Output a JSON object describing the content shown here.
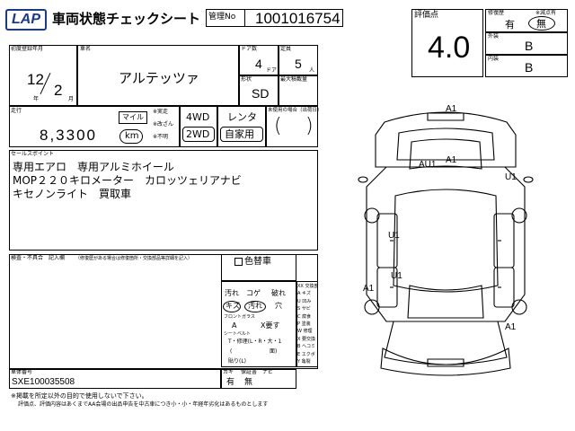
{
  "header": {
    "logo": "LAP",
    "title": "車両状態チェックシート",
    "mgmt_label": "管理No",
    "mgmt_no": "1001016754"
  },
  "grade": {
    "label": "評価点",
    "value": "4.0"
  },
  "side": {
    "repair_label": "修復歴",
    "repair_yes": "有",
    "repair_no": "無",
    "repair_note": "※減点有",
    "exterior_label": "外装",
    "exterior_value": "B",
    "interior_label": "内装",
    "interior_value": "B"
  },
  "reg": {
    "label": "初度登録年月",
    "year": "12",
    "month": "2",
    "year_unit": "年",
    "month_unit": "月"
  },
  "car": {
    "label": "車名",
    "name": "アルテッツァ"
  },
  "doors": {
    "label": "ドア数",
    "value": "4",
    "unit": "ドア"
  },
  "capacity": {
    "label": "定員",
    "value": "5",
    "unit": "人"
  },
  "shape": {
    "label": "形状",
    "value": "SD"
  },
  "max_load": {
    "label": "最大積載量"
  },
  "mileage": {
    "label": "走行",
    "value": "8,3300",
    "unit": "km",
    "opts": [
      "マイル",
      "※実走",
      "※改ざん",
      "※不明"
    ]
  },
  "drive": {
    "four": "4WD",
    "two": "2WD"
  },
  "use": {
    "rental": "レンタ",
    "private": "自家用"
  },
  "unused": {
    "label": "未使用の場合（出荷日）"
  },
  "points": {
    "label": "セールスポイント",
    "lines": [
      "専用エアロ　専用アルミホイール",
      "MOP２２０キロメーター　カロッツェリアナビ",
      "キセノンライト　買取車"
    ]
  },
  "inspect": {
    "label": "検査・不具合　記入欄",
    "note": "（修復歴がある場合は修復箇所・交換部品等詳細を記入）"
  },
  "color_change": {
    "label": "色替車"
  },
  "interior": {
    "row_labels": [
      "汚れ",
      "コゲ",
      "破れ"
    ],
    "labels": [
      "キズ",
      "汚れ",
      "穴"
    ],
    "front_glass_label": "フロントガラス",
    "front_glass_values": [
      "A",
      "X要す"
    ],
    "seat_label": "シートベルト",
    "seat_items": [
      "T・修理(L・R・大・1",
      "(",
      "面)",
      "貼り(L)"
    ]
  },
  "chassis": {
    "label": "車体番号",
    "value": "SXE100035508"
  },
  "keys": {
    "items": [
      "有",
      "無"
    ],
    "labels": [
      "カギ",
      "保証書",
      "ナビ"
    ]
  },
  "legend": {
    "items": [
      [
        "XX",
        "交換部品"
      ],
      [
        "A",
        "キズ"
      ],
      [
        "U",
        "凹み"
      ],
      [
        "S",
        "サビ"
      ],
      [
        "C",
        "腐食"
      ],
      [
        "P",
        "塗装"
      ],
      [
        "W",
        "修理"
      ],
      [
        "X",
        "要交換"
      ],
      [
        "B",
        "ヘコミ"
      ],
      [
        "E",
        "エクボ"
      ],
      [
        "Y",
        "亀裂"
      ]
    ]
  },
  "footer": {
    "lines": [
      "※掲載を所定以外の目的で使用しないで下さい。",
      "評価点、評価内容はあくまでAA会場の出品申告を中古車につき小・小・年経年劣化はあるものとします"
    ]
  },
  "diagram": {
    "marks": {
      "a1_front": "A1",
      "au1": "AU1",
      "a1_hood": "A1",
      "u1_front_right": "U1",
      "u1_left_top": "U1",
      "u1_left_bottom": "U1",
      "a1_left": "A1",
      "a1_rear": "A1"
    }
  }
}
